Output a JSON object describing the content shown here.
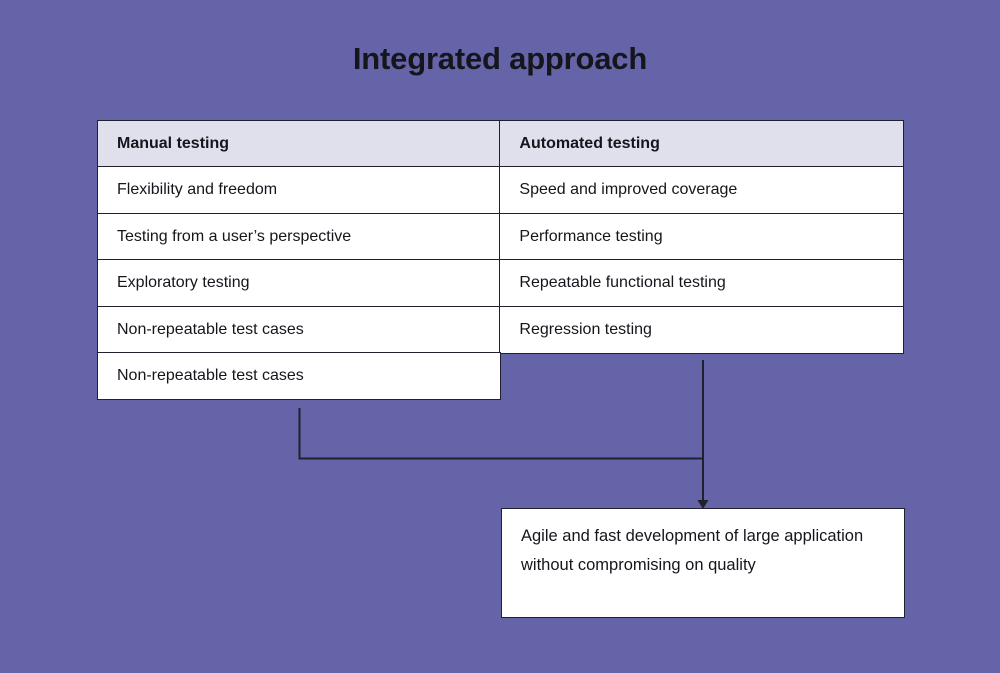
{
  "slide": {
    "title": "Integrated approach",
    "background_color": "#6664a8",
    "text_color": "#15151c",
    "border_color": "#20202e",
    "header_fill": "#e0e0ec",
    "cell_fill": "#ffffff"
  },
  "table": {
    "headers": {
      "left": "Manual testing",
      "right": "Automated testing"
    },
    "rows": [
      {
        "left": "Flexibility and freedom",
        "right": "Speed and improved coverage"
      },
      {
        "left": "Testing from a user’s perspective",
        "right": "Performance testing"
      },
      {
        "left": "Exploratory testing",
        "right": "Repeatable functional testing"
      },
      {
        "left": "Non-repeatable test cases",
        "right": "Regression testing"
      },
      {
        "left": "Non-repeatable test cases",
        "right": ""
      }
    ]
  },
  "outcome": {
    "text": "Agile and fast development of large application without compromising on quality"
  }
}
